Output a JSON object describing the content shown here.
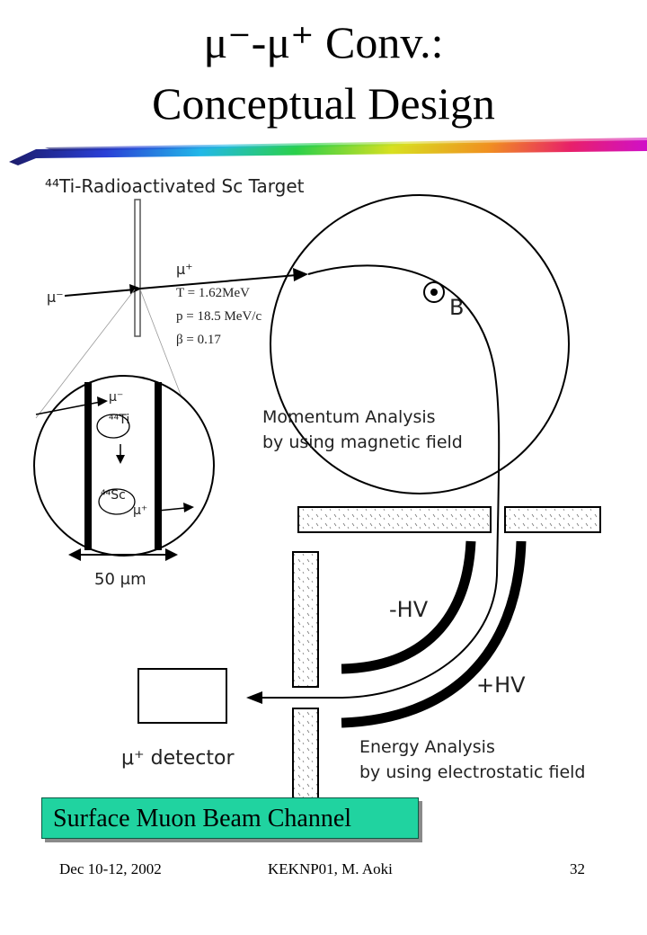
{
  "slide": {
    "title_line1": "μ⁻-μ⁺ Conv.:",
    "title_line2": "Conceptual Design"
  },
  "diagram": {
    "target_label": "⁴⁴Ti-Radioactivated Sc Target",
    "mu_minus": "μ⁻",
    "mu_plus": "μ⁺",
    "kinematics": [
      "T = 1.62MeV",
      "p = 18.5 MeV/c",
      "β = 0.17"
    ],
    "field_label": "B",
    "momentum_line1": "Momentum Analysis",
    "momentum_line2": "by using magnetic field",
    "inset_mu_minus": "μ⁻",
    "inset_ti": "⁴⁴Ti",
    "inset_sc": "⁴⁴Sc",
    "inset_mu_plus": "μ⁺",
    "inset_width": "50 μm",
    "minus_hv": "-HV",
    "plus_hv": "+HV",
    "detector_label": "μ⁺ detector",
    "energy_line1": "Energy Analysis",
    "energy_line2": "by using electrostatic field"
  },
  "beam_channel_label": "Surface Muon Beam Channel",
  "footer": {
    "date": "Dec 10-12, 2002",
    "conference": "KEKNP01, M. Aoki",
    "page": "32"
  }
}
